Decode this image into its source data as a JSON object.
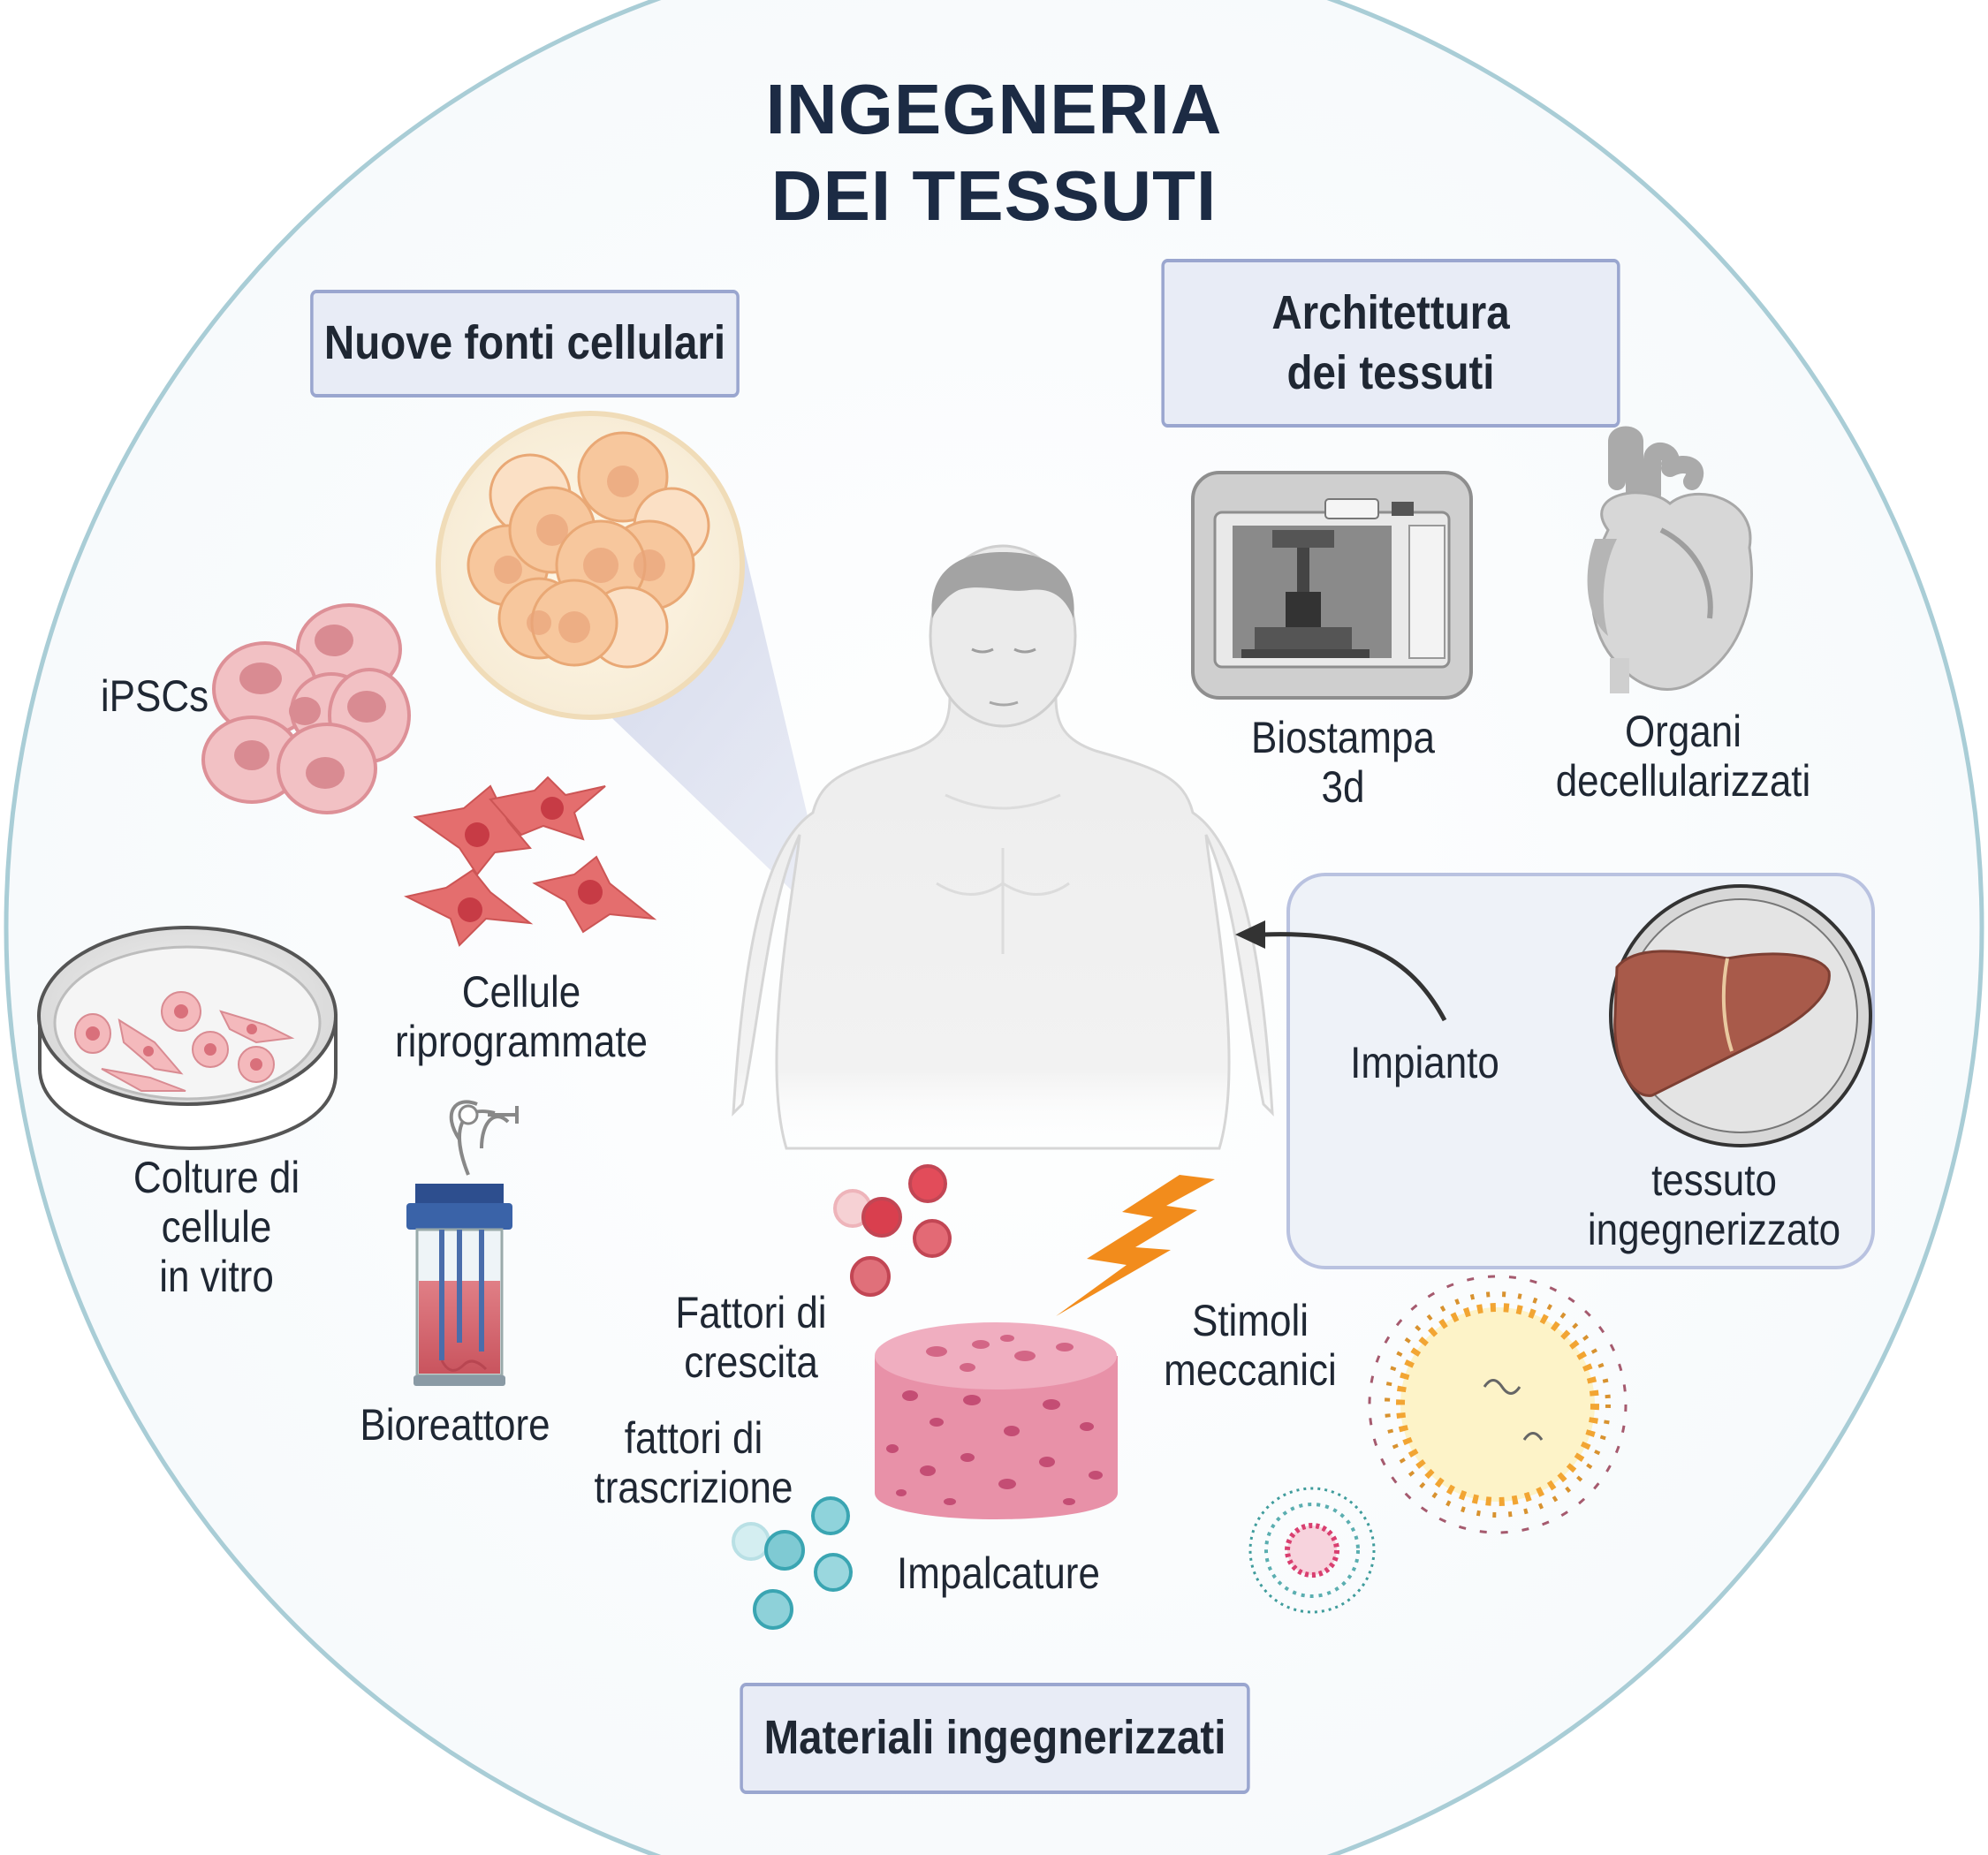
{
  "title": "INGEGNERIA\nDEI TESSUTI",
  "boxes": {
    "cell_sources": "Nuove fonti cellulari",
    "architecture": "Architettura\ndei tessuti",
    "materials": "Materiali ingegnerizzati"
  },
  "labels": {
    "ipscs": "iPSCs",
    "reprogrammed": "Cellule\nriprogrammate",
    "cultures": "Colture di\ncellule\nin vitro",
    "bioreactor": "Bioreattore",
    "growth_factors": "Fattori di\ncrescita",
    "transcription_factors": "fattori di\ntrascrizione",
    "scaffolds": "Impalcature",
    "mechanical": "Stimoli\nmeccanici",
    "bioprint": "Biostampa\n3d",
    "organs": "Organi\ndecellularizzati",
    "implant": "Impianto",
    "engineered_tissue": "tessuto\ningegnerizzato"
  },
  "colors": {
    "circle_border": "#a9cdd6",
    "box_fill": "#e8ecf6",
    "box_border": "#9aa6cf",
    "title": "#1c2b44",
    "cell_orange": "#f3c79b",
    "cell_pink": "#e9a5aa",
    "fibroblast": "#e06a6a",
    "scaffold": "#e68aa0",
    "bolt": "#f28c1c",
    "liver": "#a85a4a",
    "teal": "#8fcfd6"
  }
}
